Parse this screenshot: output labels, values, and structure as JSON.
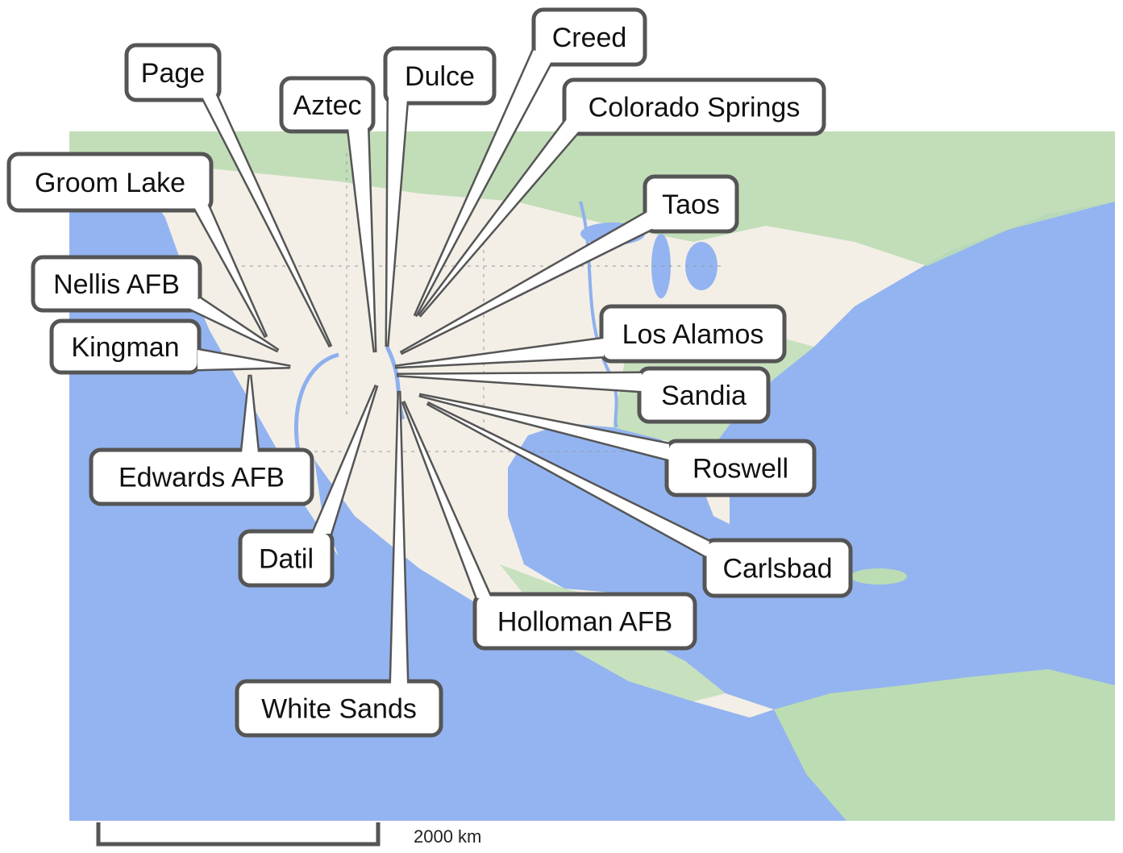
{
  "map": {
    "colors": {
      "ocean": "#93b4f0",
      "land": "#f3efe6",
      "forest": "#bcdcb4",
      "river": "#8fb0ee",
      "callout_stroke": "#555555"
    },
    "scale_bar": {
      "label": "2000 km"
    },
    "callouts": [
      {
        "label": "Page"
      },
      {
        "label": "Aztec"
      },
      {
        "label": "Dulce"
      },
      {
        "label": "Creed"
      },
      {
        "label": "Colorado Springs"
      },
      {
        "label": "Taos"
      },
      {
        "label": "Groom Lake"
      },
      {
        "label": "Nellis AFB"
      },
      {
        "label": "Kingman"
      },
      {
        "label": "Edwards AFB"
      },
      {
        "label": "Datil"
      },
      {
        "label": "White Sands"
      },
      {
        "label": "Holloman AFB"
      },
      {
        "label": "Carlsbad"
      },
      {
        "label": "Roswell"
      },
      {
        "label": "Sandia"
      },
      {
        "label": "Los Alamos"
      }
    ]
  }
}
